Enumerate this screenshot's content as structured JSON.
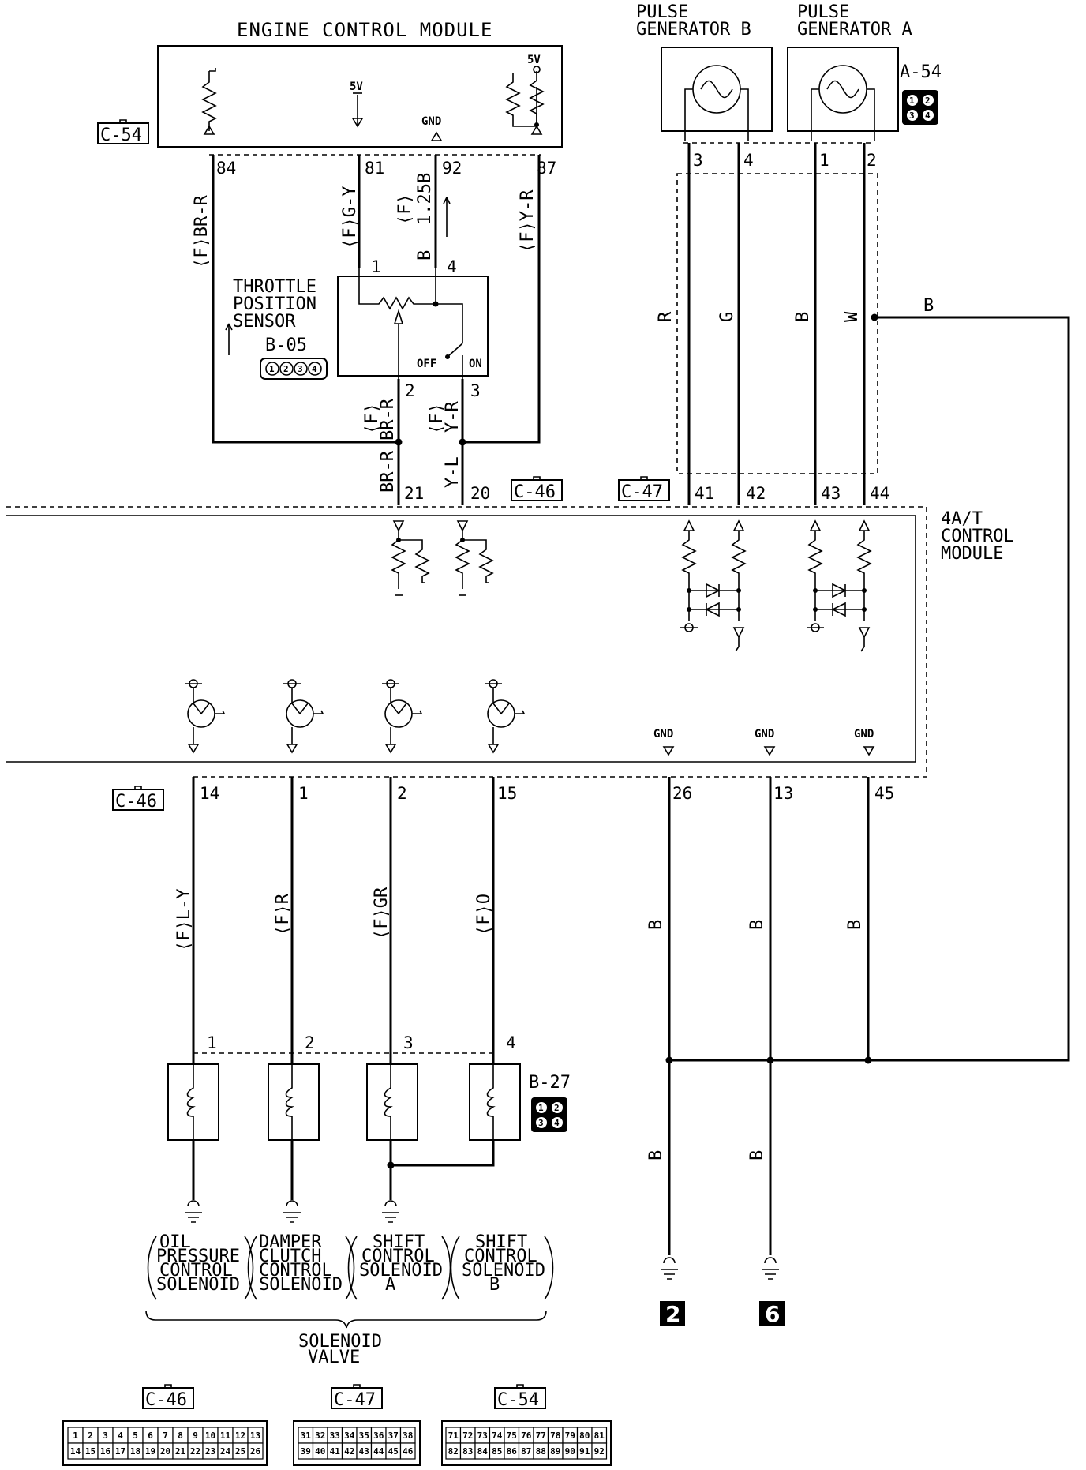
{
  "modules": {
    "ecm_title": "ENGINE CONTROL MODULE",
    "tcm_title_1": "4A/T",
    "tcm_title_2": "CONTROL",
    "tcm_title_3": "MODULE",
    "pgb_1": "PULSE",
    "pgb_2": "GENERATOR B",
    "pga_1": "PULSE",
    "pga_2": "GENERATOR A",
    "tps_1": "THROTTLE",
    "tps_2": "POSITION",
    "tps_3": "SENSOR",
    "sv_1": "SOLENOID",
    "sv_2": "VALVE",
    "v5": "5V",
    "gnd": "GND",
    "off": "OFF",
    "on": "ON"
  },
  "connectors": {
    "c54": "C-54",
    "c46": "C-46",
    "c47": "C-47",
    "a54": "A-54",
    "b05": "B-05",
    "b27": "B-27",
    "q1234": [
      "1",
      "2",
      "3",
      "4"
    ]
  },
  "pins": {
    "ecm": [
      "84",
      "81",
      "92",
      "87"
    ],
    "tps": [
      "1",
      "4",
      "2",
      "3"
    ],
    "tcm_tps": [
      "21",
      "20"
    ],
    "pg": [
      "3",
      "4",
      "1",
      "2"
    ],
    "tcm_pg": [
      "41",
      "42",
      "43",
      "44"
    ],
    "tcm_out": [
      "14",
      "1",
      "2",
      "15"
    ],
    "tcm_gnd": [
      "26",
      "13",
      "45"
    ],
    "sol": [
      "1",
      "2",
      "3",
      "4"
    ]
  },
  "wires": {
    "br_r_f": "⟨F⟩BR-R",
    "g_y_f": "⟨F⟩G-Y",
    "f_125b_1": "⟨F⟩",
    "f_125b_2": "1.25B",
    "y_r_f": "⟨F⟩Y-R",
    "b": "B",
    "br_r": "BR-R",
    "y_l": "Y-L",
    "f": "⟨F⟩",
    "br_r2": "BR-R",
    "y_r2": "Y-R",
    "r": "R",
    "g": "G",
    "w": "W",
    "l_y_f": "⟨F⟩L-Y",
    "r_f": "⟨F⟩R",
    "gr_f": "⟨F⟩GR",
    "o_f": "⟨F⟩O"
  },
  "solenoids": {
    "s1": [
      "OIL",
      "PRESSURE",
      "CONTROL",
      "SOLENOID"
    ],
    "s2": [
      "DAMPER",
      "CLUTCH",
      "CONTROL",
      "SOLENOID"
    ],
    "s3": [
      "SHIFT",
      "CONTROL",
      "SOLENOID",
      "A"
    ],
    "s4": [
      "SHIFT",
      "CONTROL",
      "SOLENOID",
      "B"
    ]
  },
  "grounds": {
    "g2": "2",
    "g6": "6"
  },
  "pin_grids": {
    "c46_row1": [
      "1",
      "2",
      "3",
      "4",
      "5",
      "6",
      "7",
      "8",
      "9",
      "10",
      "11",
      "12",
      "13"
    ],
    "c46_row2": [
      "14",
      "15",
      "16",
      "17",
      "18",
      "19",
      "20",
      "21",
      "22",
      "23",
      "24",
      "25",
      "26"
    ],
    "c47_row1": [
      "31",
      "32",
      "33",
      "34",
      "35",
      "36",
      "37",
      "38"
    ],
    "c47_row2": [
      "39",
      "40",
      "41",
      "42",
      "43",
      "44",
      "45",
      "46"
    ],
    "c54_row1": [
      "71",
      "72",
      "73",
      "74",
      "75",
      "76",
      "77",
      "78",
      "79",
      "80",
      "81"
    ],
    "c54_row2": [
      "82",
      "83",
      "84",
      "85",
      "86",
      "87",
      "88",
      "89",
      "90",
      "91",
      "92"
    ]
  }
}
